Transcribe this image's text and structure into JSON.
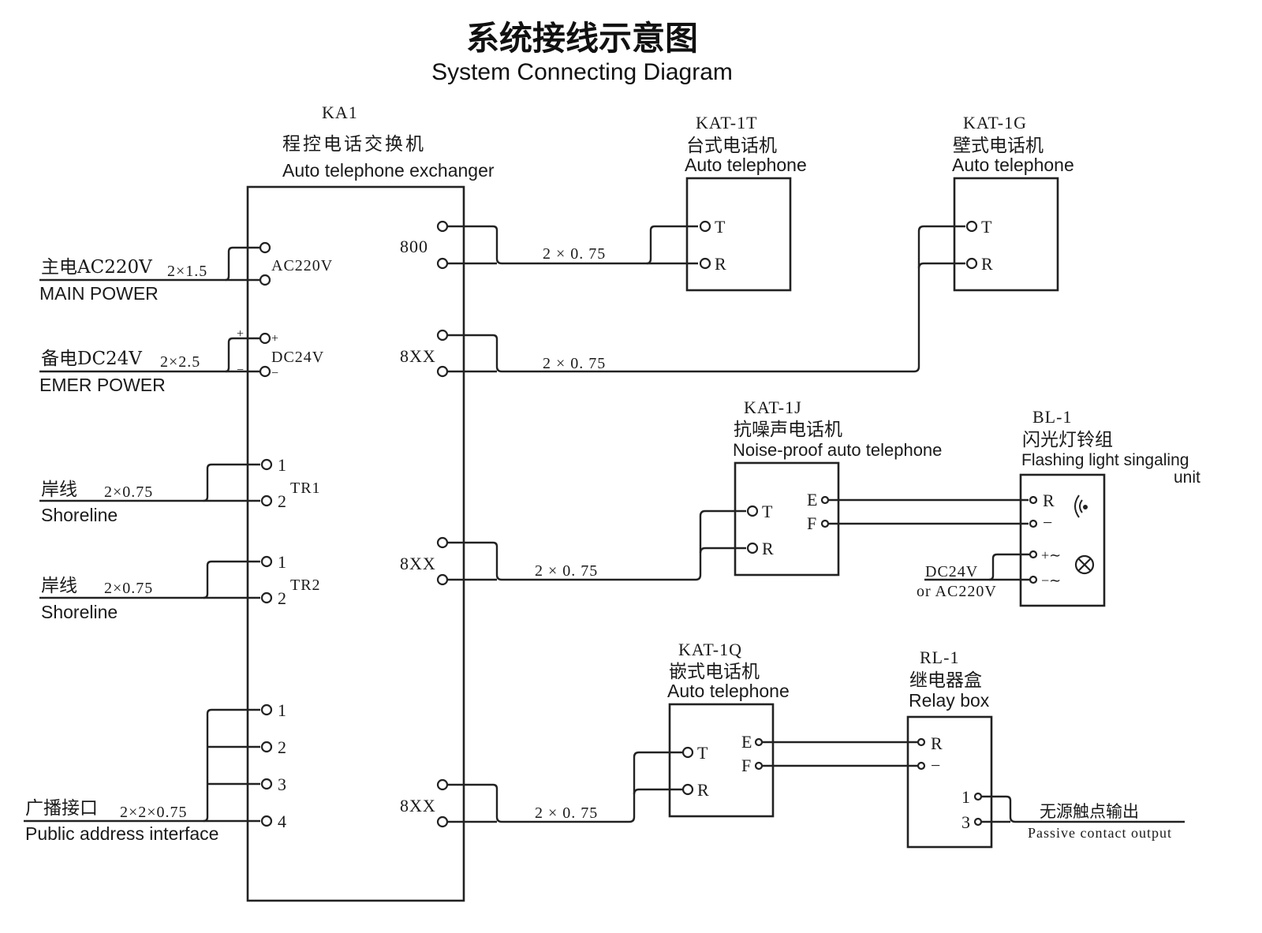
{
  "title": {
    "cn": "系统接线示意图",
    "en": "System Connecting Diagram"
  },
  "exchanger": {
    "code": "KA1",
    "cn": "程控电话交换机",
    "en": "Auto telephone  exchanger",
    "ports": [
      "800",
      "8XX",
      "8XX",
      "8XX"
    ],
    "ac_label": "AC220V",
    "dc_label": "DC24V",
    "tr1": "TR1",
    "tr2": "TR2",
    "plus": "+",
    "minus": "−",
    "pin1": "1",
    "pin2": "2",
    "pin3": "3",
    "pin4": "4"
  },
  "left": {
    "main_power_cn": "主电AC220V",
    "main_power_cable": "2×1.5",
    "main_power_en": "MAIN POWER",
    "emer_power_cn": "备电DC24V",
    "emer_power_cable": "2×2.5",
    "emer_power_en": "EMER POWER",
    "shoreline1_cn": "岸线",
    "shoreline1_cable": "2×0.75",
    "shoreline1_en": "Shoreline",
    "shoreline2_cn": "岸线",
    "shoreline2_cable": "2×0.75",
    "shoreline2_en": "Shoreline",
    "pa_cn": "广播接口",
    "pa_cable": "2×2×0.75",
    "pa_en": "Public address interface"
  },
  "cables": [
    "2 × 0. 75",
    "2 × 0. 75",
    "2 × 0. 75",
    "2 × 0. 75"
  ],
  "kat1t": {
    "code": "KAT-1T",
    "cn": "台式电话机",
    "en": "Auto telephone",
    "t": "T",
    "r": "R"
  },
  "kat1g": {
    "code": "KAT-1G",
    "cn": "壁式电话机",
    "en": "Auto telephone",
    "t": "T",
    "r": "R"
  },
  "kat1j": {
    "code": "KAT-1J",
    "cn": "抗噪声电话机",
    "en": "Noise-proof auto telephone",
    "t": "T",
    "r": "R",
    "e": "E",
    "f": "F"
  },
  "bl1": {
    "code": "BL-1",
    "cn": "闪光灯铃组",
    "en": "Flashing light singaling",
    "en2": "unit",
    "r": "R",
    "minus": "−",
    "plus_ac": "+∼",
    "minus_ac": "−∼",
    "supply1": "DC24V",
    "supply2": "or  AC220V"
  },
  "kat1q": {
    "code": "KAT-1Q",
    "cn": "嵌式电话机",
    "en": "Auto telephone",
    "t": "T",
    "r": "R",
    "e": "E",
    "f": "F"
  },
  "rl1": {
    "code": "RL-1",
    "cn": "继电器盒",
    "en": "Relay box",
    "r": "R",
    "minus": "−",
    "p1": "1",
    "p3": "3",
    "out_cn": "无源触点输出",
    "out_en": "Passive contact output"
  }
}
